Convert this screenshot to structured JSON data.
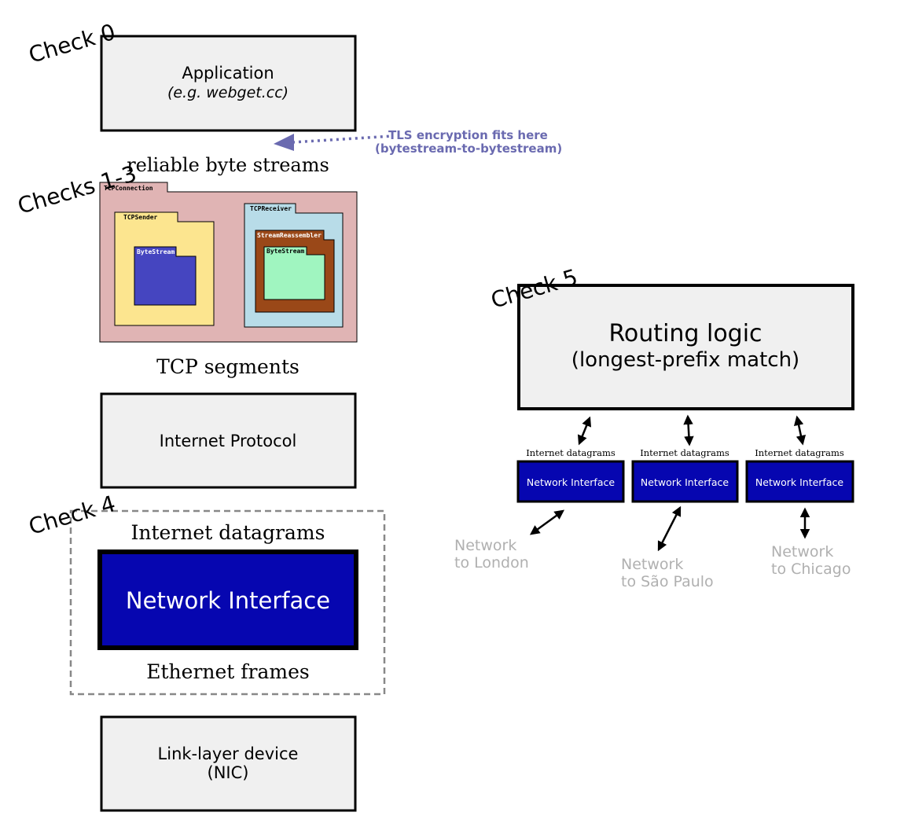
{
  "checks": {
    "check0": "Check 0",
    "check1_3": "Checks 1-3",
    "check4": "Check 4",
    "check5": "Check 5"
  },
  "stack": {
    "application": {
      "title": "Application",
      "subtitle": "(e.g. webget.cc)"
    },
    "tls_note": {
      "line1": "TLS encryption fits here",
      "line2": "(bytestream-to-bytestream)"
    },
    "reliable_byte_streams": "reliable byte streams",
    "tcp": {
      "connection": "TCPConnection",
      "sender": "TCPSender",
      "receiver": "TCPReceiver",
      "reassembler": "StreamReassembler",
      "sender_bytestream": "ByteStream",
      "receiver_bytestream": "ByteStream"
    },
    "tcp_segments": "TCP segments",
    "internet_protocol": "Internet Protocol",
    "internet_datagrams": "Internet datagrams",
    "network_interface": "Network Interface",
    "ethernet_frames": "Ethernet frames",
    "link_layer": {
      "line1": "Link-layer device",
      "line2": "(NIC)"
    }
  },
  "router": {
    "routing_logic": {
      "line1": "Routing logic",
      "line2": "(longest-prefix match)"
    },
    "interfaces": [
      {
        "datagrams_label": "Internet datagrams",
        "label": "Network Interface",
        "network_line1": "Network",
        "network_line2": "to London"
      },
      {
        "datagrams_label": "Internet datagrams",
        "label": "Network Interface",
        "network_line1": "Network",
        "network_line2": "to São Paulo"
      },
      {
        "datagrams_label": "Internet datagrams",
        "label": "Network Interface",
        "network_line1": "Network",
        "network_line2": "to Chicago"
      }
    ]
  },
  "colors": {
    "box_fill": "#f0f0f0",
    "connection_fill": "#e0b4b4",
    "sender_fill": "#fce58f",
    "receiver_fill": "#b8dce8",
    "reassembler_fill": "#9a4818",
    "bytestream_blue": "#4545c0",
    "bytestream_green": "#a0f5c0",
    "interface_blue": "#0606b0",
    "tls_arrow": "#6a6ab0",
    "network_gray": "#b0b0b0"
  }
}
